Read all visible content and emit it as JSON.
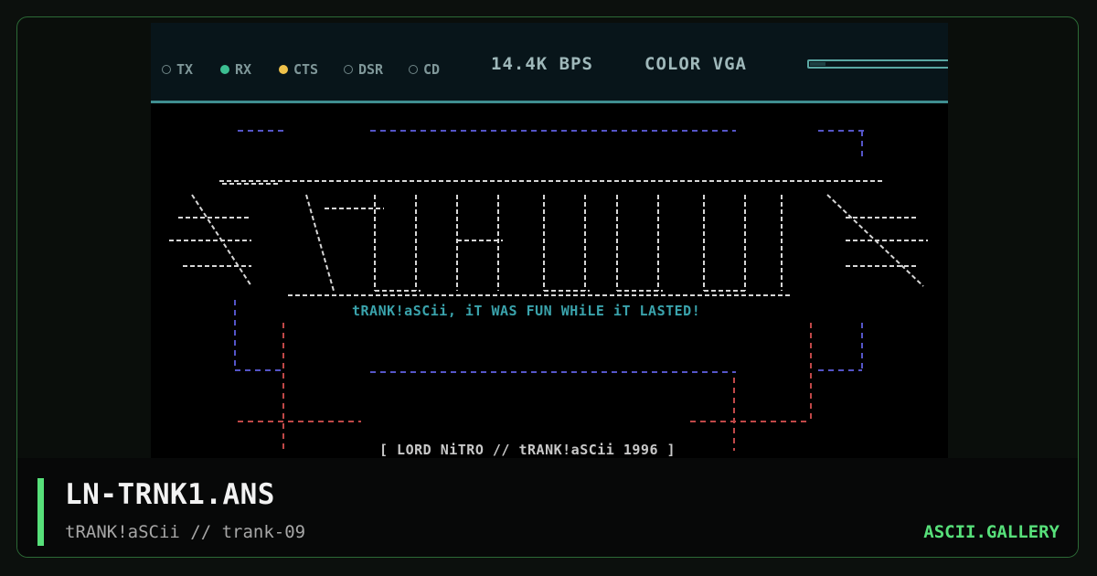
{
  "status": {
    "leds": [
      {
        "label": "TX",
        "state": "off"
      },
      {
        "label": "RX",
        "state": "green"
      },
      {
        "label": "CTS",
        "state": "yellow"
      },
      {
        "label": "DSR",
        "state": "off"
      },
      {
        "label": "CD",
        "state": "off"
      }
    ],
    "speed": "14.4K BPS",
    "mode": "COLOR VGA",
    "progress": 0.1
  },
  "artwork": {
    "tagline": "tRANK!aSCii, iT WAS FUN WHiLE iT LASTED!",
    "credit": "[ LORD NiTRO // tRANK!aSCii 1996 ]",
    "colors": {
      "white": "#d6d6d6",
      "cyan": "#3aa3ac",
      "blue": "#5555c8",
      "red": "#c04848"
    }
  },
  "caption": {
    "title": "LN-TRNK1.ANS",
    "subtitle": "tRANK!aSCii // trank-09",
    "brand": "ASCII.GALLERY",
    "accent": "#57e07a"
  }
}
